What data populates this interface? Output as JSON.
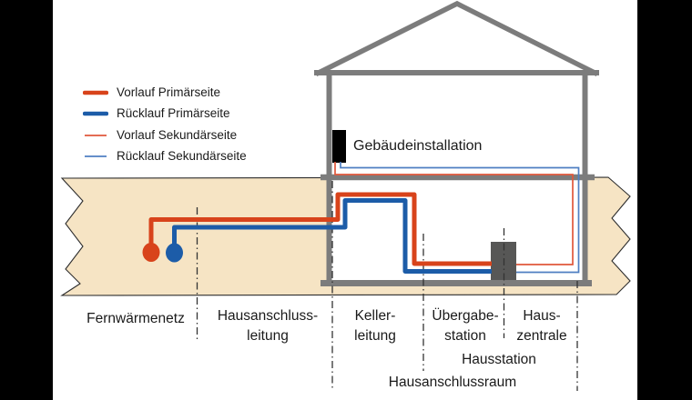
{
  "legend": {
    "items": [
      {
        "id": "vorlauf-primaerseite",
        "label": "Vorlauf Primärseite",
        "style": "thick"
      },
      {
        "id": "ruecklauf-primaerseite",
        "label": "Rücklauf Primärseite",
        "style": "thick"
      },
      {
        "id": "vorlauf-sekundaerseite",
        "label": "Vorlauf Sekundärseite",
        "style": "thin"
      },
      {
        "id": "ruecklauf-sekundaerseite",
        "label": "Rücklauf Sekundärseite",
        "style": "thin"
      }
    ]
  },
  "building": {
    "installation_label": "Gebäudeinstallation"
  },
  "zones": {
    "fernwaermenetz": "Fernwärmenetz",
    "hausanschlussleitung": "Hausanschluss-\nleitung",
    "kellerleitung": "Keller-\nleitung",
    "uebergabestation": "Übergabe-\nstation",
    "hauszentrale": "Haus-\nzentrale",
    "hausstation": "Hausstation",
    "hausanschlussraum": "Hausanschlussraum"
  },
  "colors": {
    "vorlauf_primaer": "#d8431b",
    "ruecklauf_primaer": "#1c5ca8",
    "vorlauf_sekundaer": "#e0573b",
    "ruecklauf_sekundaer": "#4f7fc2",
    "ground_band": "#f6e4c4",
    "structure_gray": "#7c7c7c",
    "station_box": "#575756",
    "radiator_black": "#000000"
  }
}
